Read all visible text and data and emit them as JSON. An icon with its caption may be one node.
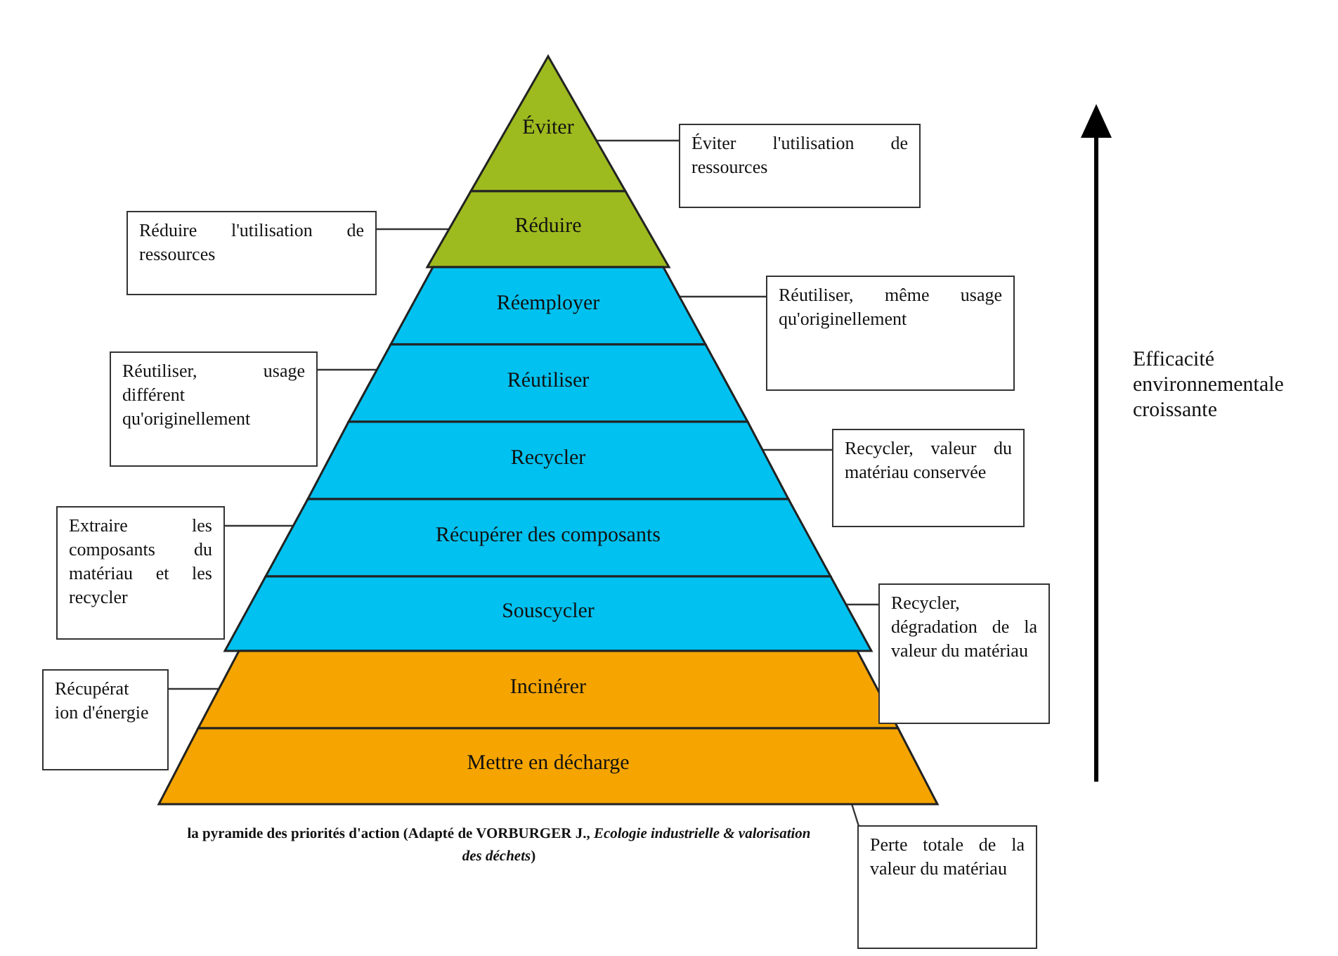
{
  "diagram": {
    "caption": "la pyramide des priorités d'action (Adapté de VORBURGER J., *Ecologie industrielle & valorisation des déchets*)",
    "nodes": [
      {
        "text": [
          "Éviter"
        ]
      },
      {
        "text": [
          "Réduire"
        ]
      },
      {
        "text": [
          "Réemployer"
        ]
      },
      {
        "text": [
          "Réutiliser"
        ]
      },
      {
        "text": [
          "Recycler"
        ]
      },
      {
        "text": [
          "Récupérer des composants"
        ]
      },
      {
        "text": [
          "Souscycler"
        ]
      },
      {
        "text": [
          "Incinérer"
        ]
      },
      {
        "text": [
          "Mettre en décharge"
        ]
      },
      {
        "text": [
          "Éviter l'utilisation de ressources"
        ]
      },
      {
        "text": [
          "Réduire l'utilisation de ressources"
        ]
      },
      {
        "text": [
          "Réutiliser, même usage qu'originellement"
        ]
      },
      {
        "text": [
          "Réutiliser, usage différent qu'originellement"
        ]
      },
      {
        "text": [
          "Recycler, valeur du matériau conservée"
        ]
      },
      {
        "text": [
          "Extraire les composants du matériau et les recycler"
        ]
      },
      {
        "text": [
          "Recycler, dégradation de la valeur du matériau"
        ]
      },
      {
        "text": [
          "Récupérat ion d'énergie"
        ]
      },
      {
        "text": [
          "Perte totale de la valeur du matériau"
        ]
      }
    ],
    "edges": [
      {
        "from": 9,
        "to": 0,
        "arrow": "none"
      },
      {
        "from": 10,
        "to": 1,
        "arrow": "none"
      },
      {
        "from": 11,
        "to": 2,
        "arrow": "none"
      },
      {
        "from": 12,
        "to": 3,
        "arrow": "none"
      },
      {
        "from": 13,
        "to": 4,
        "arrow": "none"
      },
      {
        "from": 14,
        "to": 5,
        "arrow": "none"
      },
      {
        "from": 15,
        "to": 6,
        "arrow": "none"
      },
      {
        "from": 16,
        "to": 7,
        "arrow": "none"
      },
      {
        "from": 17,
        "to": 8,
        "arrow": "none"
      }
    ],
    "labels": [
      "Efficacité environnementale croissante"
    ]
  }
}
